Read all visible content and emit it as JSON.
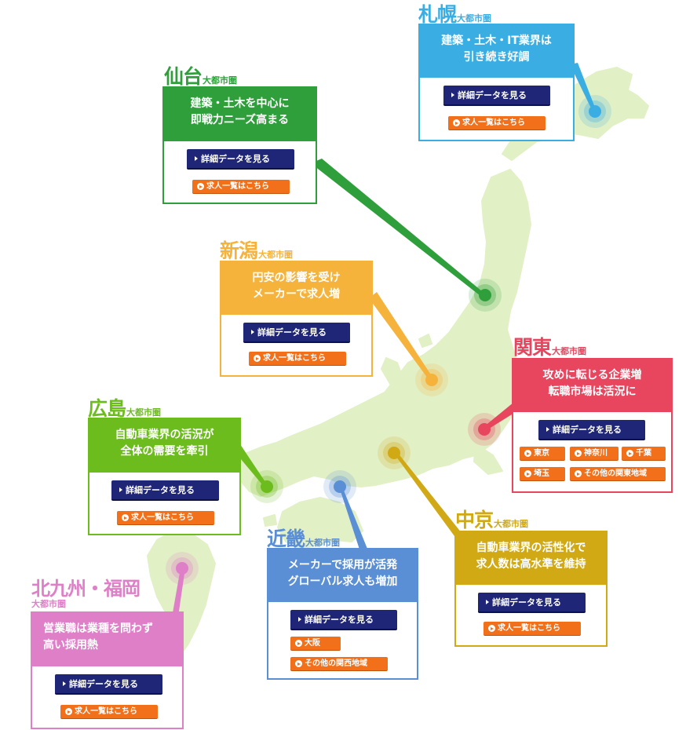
{
  "suffix": "大都市圏",
  "buttons": {
    "detail": "詳細データを見る",
    "jobs": "求人一覧はこちら"
  },
  "colors": {
    "map_land": "#e2f0c6",
    "sapporo": "#3aaee3",
    "sendai": "#2f9f3c",
    "niigata": "#f6b33c",
    "kanto": "#e8455f",
    "hiroshima": "#6cbc1d",
    "kinki": "#5a8fd6",
    "chukyo": "#d0a915",
    "kitakyushu": "#de7fc7",
    "detail_button": "#1f2678",
    "jobs_button": "#f2701a"
  },
  "regions": {
    "sapporo": {
      "name": "札幌",
      "desc": "建築・土木・IT業界は\n引き続き好調"
    },
    "sendai": {
      "name": "仙台",
      "desc": "建築・土木を中心に\n即戦力ニーズ高まる"
    },
    "niigata": {
      "name": "新潟",
      "desc": "円安の影響を受け\nメーカーで求人増"
    },
    "kanto": {
      "name": "関東",
      "desc": "攻めに転じる企業増\n転職市場は活況に",
      "links": [
        "東京",
        "神奈川",
        "千葉",
        "埼玉",
        "その他の関東地域"
      ]
    },
    "hiroshima": {
      "name": "広島",
      "desc": "自動車業界の活況が\n全体の需要を牽引"
    },
    "kinki": {
      "name": "近畿",
      "desc": "メーカーで採用が活発\nグローバル求人も増加",
      "links": [
        "大阪",
        "その他の関西地域"
      ]
    },
    "chukyo": {
      "name": "中京",
      "desc": "自動車業界の活性化で\n求人数は高水準を維持"
    },
    "kitakyushu": {
      "name": "北九州・福岡",
      "desc": "営業職は業種を問わず\n高い採用熱"
    }
  }
}
